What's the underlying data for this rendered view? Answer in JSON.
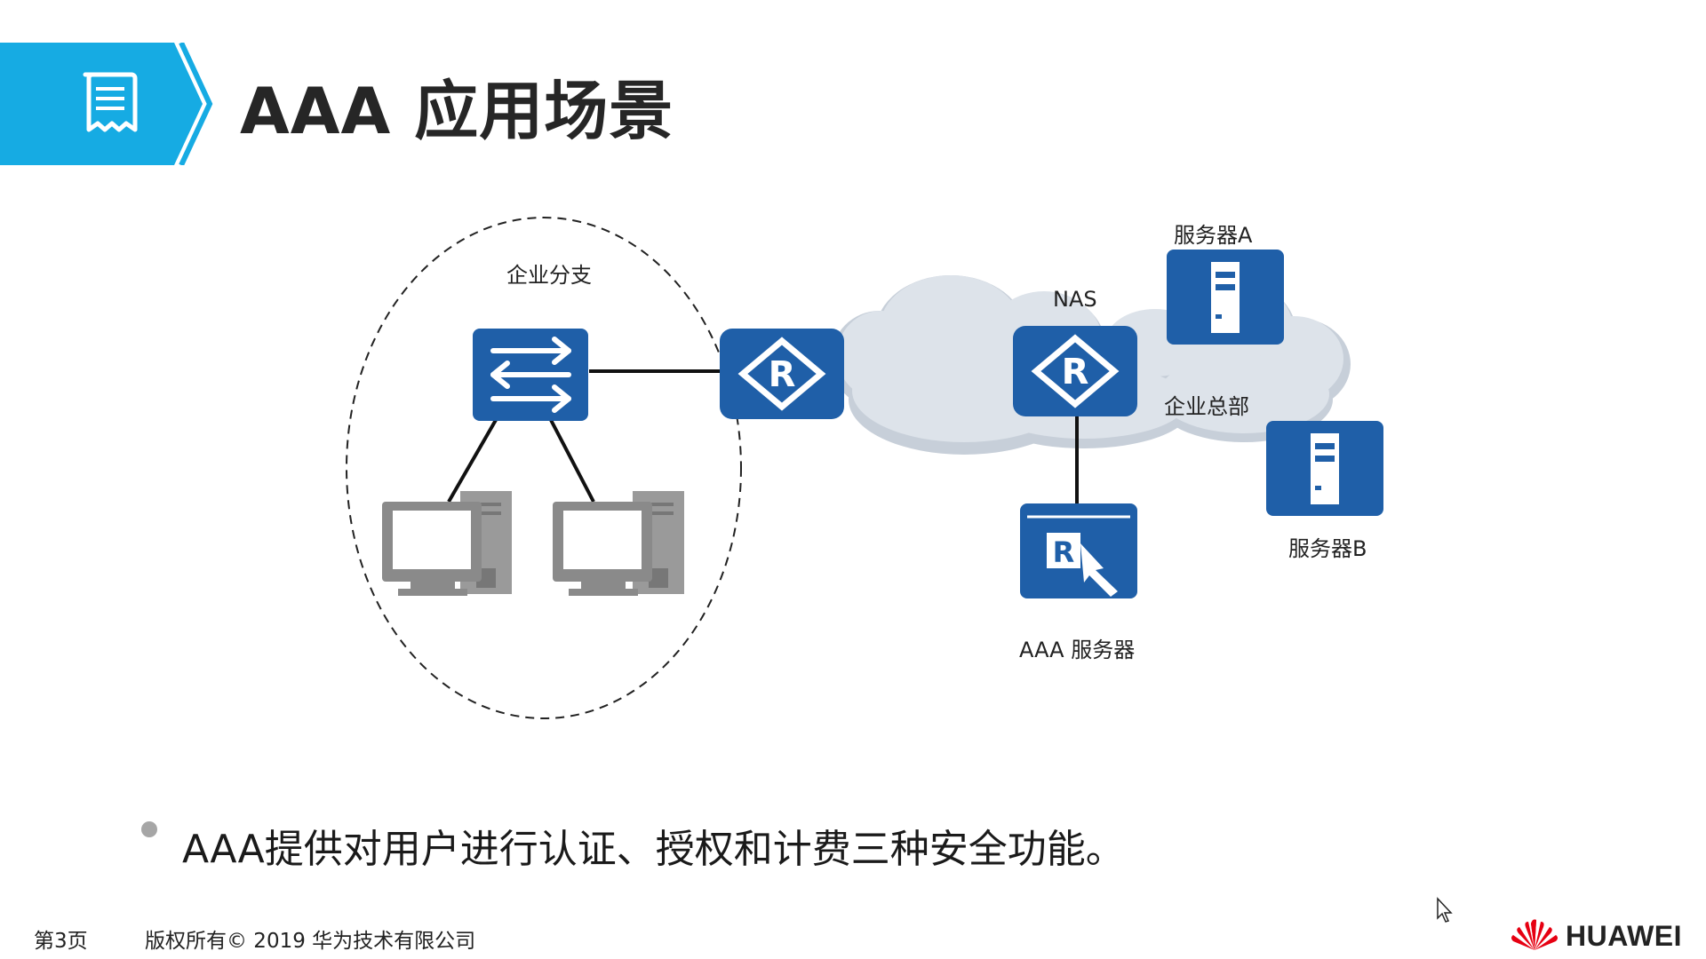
{
  "slide": {
    "title": "AAA 应用场景",
    "header_icon": "document-list-icon",
    "accent_color": "#16abe3",
    "device_color": "#1f5fa8"
  },
  "diagram": {
    "branch_label": "企业分支",
    "nas_label": "NAS",
    "hq_label": "企业总部",
    "server_a_label": "服务器A",
    "server_b_label": "服务器B",
    "aaa_server_label": "AAA 服务器",
    "icons": [
      "switch-icon",
      "router-icon",
      "router-icon",
      "server-icon",
      "server-icon",
      "aaa-server-icon",
      "pc-icon",
      "pc-icon",
      "cloud-icon"
    ]
  },
  "bullets": [
    "AAA提供对用户进行认证、授权和计费三种安全功能。"
  ],
  "footer": {
    "page": "第3页",
    "copyright": "版权所有© 2019 华为技术有限公司",
    "brand": "HUAWEI",
    "brand_color": "#e60012"
  }
}
